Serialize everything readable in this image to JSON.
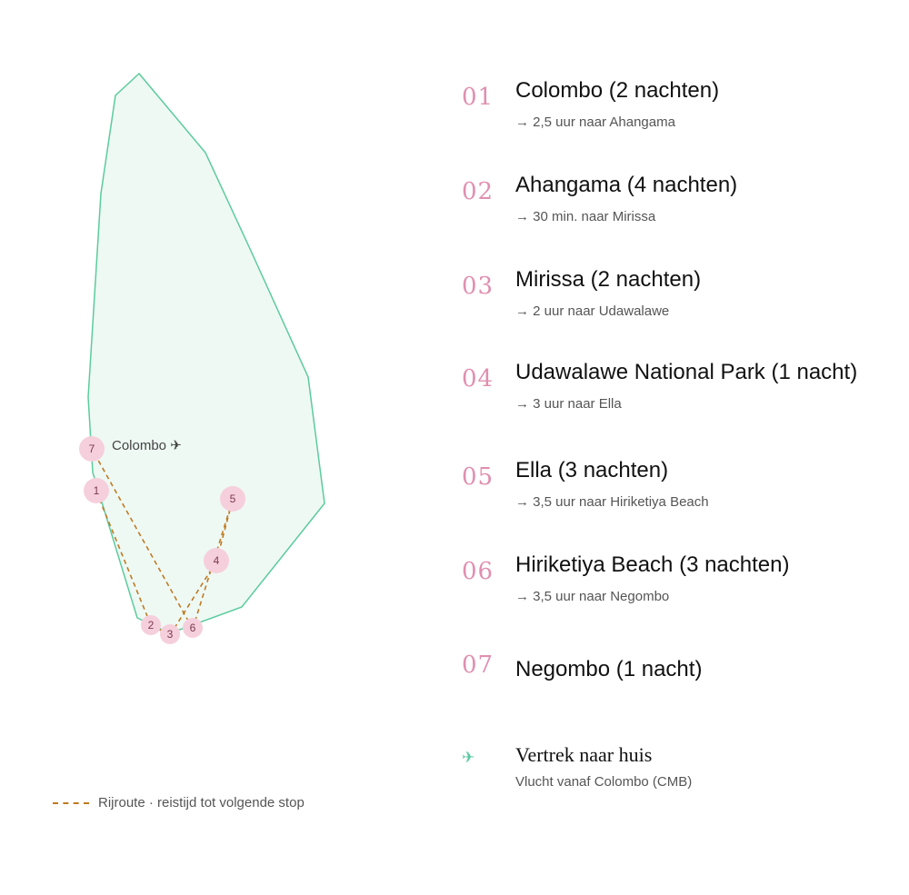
{
  "map": {
    "label": "Colombo ✈",
    "colors": {
      "land_fill": "#eef9f4",
      "land_stroke": "#5ccb9d",
      "route": "#c07a22",
      "marker": "#f6cfdc",
      "marker_text": "#7a3a50"
    },
    "markers": [
      {
        "label": "7"
      },
      {
        "label": "1"
      },
      {
        "label": "5"
      },
      {
        "label": "4"
      },
      {
        "label": "2"
      },
      {
        "label": "3"
      },
      {
        "label": "6"
      }
    ]
  },
  "legend": {
    "text": "Rijroute · reistijd tot volgende stop"
  },
  "stops": [
    {
      "number": "01",
      "title": "Colombo (2 nachten)",
      "sub": "→ 2,5 uur naar Ahangama"
    },
    {
      "number": "02",
      "title": "Ahangama (4 nachten)",
      "sub": "→ 30 min. naar Mirissa"
    },
    {
      "number": "03",
      "title": "Mirissa (2 nachten)",
      "sub": "→ 2 uur naar Udawalawe"
    },
    {
      "number": "04",
      "title": "Udawalawe National Park (1 nacht)",
      "sub": "→ 3 uur naar Ella"
    },
    {
      "number": "05",
      "title": "Ella (3 nachten)",
      "sub": "→ 3,5 uur naar Hiriketiya Beach"
    },
    {
      "number": "06",
      "title": "Hiriketiya Beach (3 nachten)",
      "sub": "→ 3,5 uur naar Negombo"
    },
    {
      "number": "07",
      "title": "Negombo (1 nacht)",
      "sub": ""
    }
  ],
  "departure": {
    "icon": "plane-icon",
    "title": "Vertrek naar huis",
    "sub": "Vlucht vanaf Colombo (CMB)"
  }
}
